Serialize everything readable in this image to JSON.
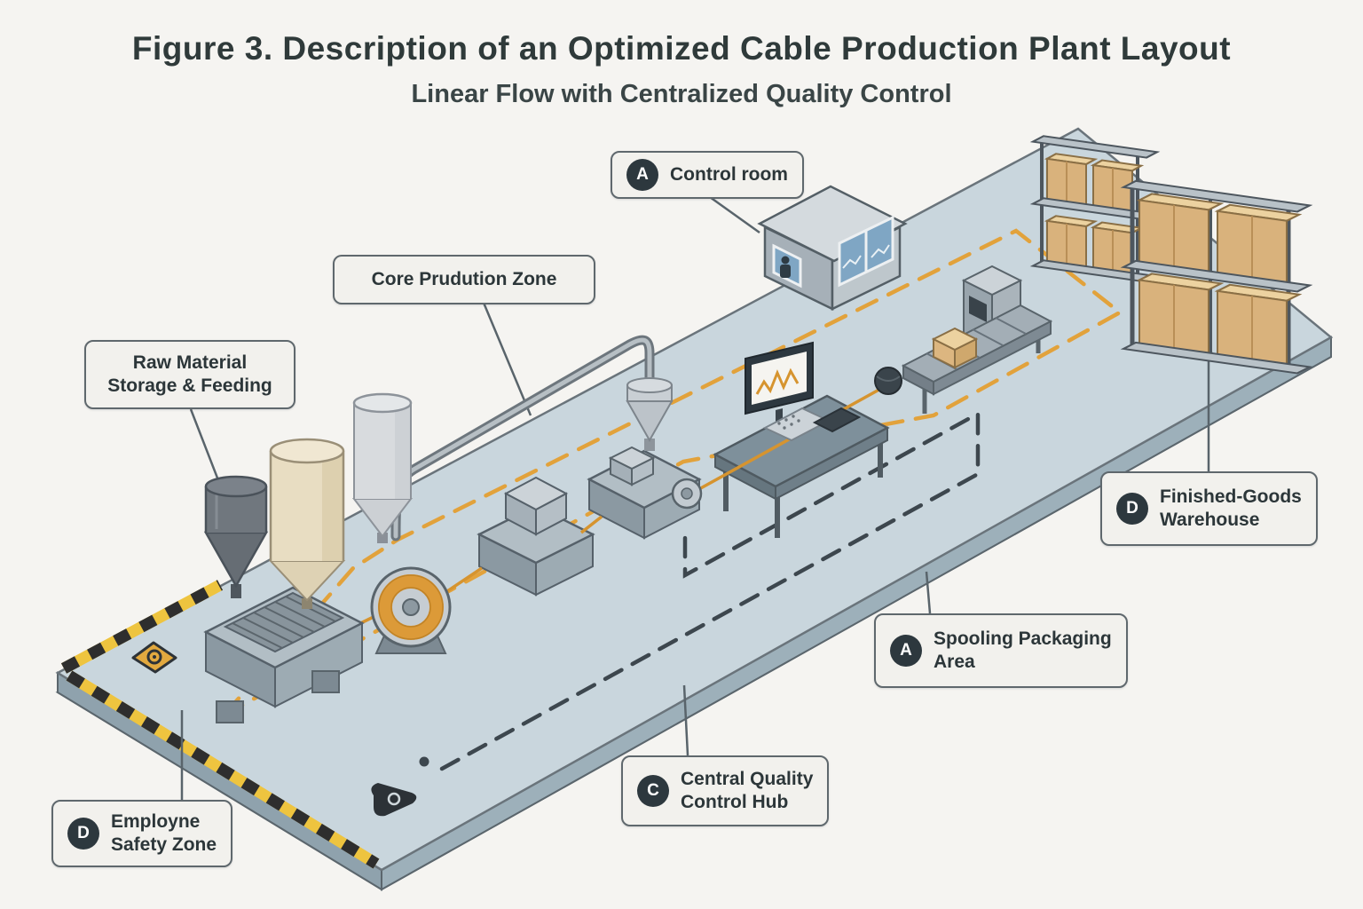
{
  "figure": {
    "title": "Figure 3. Description of an Optimized Cable Production Plant Layout",
    "subtitle": "Linear Flow with Centralized Quality Control"
  },
  "callouts": {
    "raw_material": {
      "line1": "Raw Material",
      "line2": "Storage & Feeding"
    },
    "core_production_zone": {
      "label": "Core Prudution Zone"
    },
    "control_room": {
      "badge": "A",
      "label": "Control room"
    },
    "finished_goods_warehouse": {
      "badge": "D",
      "line1": "Finished-Goods",
      "line2": "Warehouse"
    },
    "spooling_packaging_area": {
      "badge": "A",
      "line1": "Spooling Packaging",
      "line2": "Area"
    },
    "central_quality_hub": {
      "badge": "C",
      "line1": "Central Quality",
      "line2": "Control Hub"
    },
    "employee_safety_zone": {
      "badge": "D",
      "line1": "Employne",
      "line2": "Safety Zone"
    }
  },
  "colors": {
    "background": "#f5f4f1",
    "floor": "#c9d6dd",
    "accent_orange": "#e2a23b",
    "hazard_yellow": "#eec43f",
    "path_dark": "#3d474e",
    "badge_dark": "#2d383e",
    "carton_tan": "#d9b27c"
  },
  "icons": {
    "floor_sign": "camera-floor-icon",
    "floor_marker": "marker-floor-icon"
  }
}
